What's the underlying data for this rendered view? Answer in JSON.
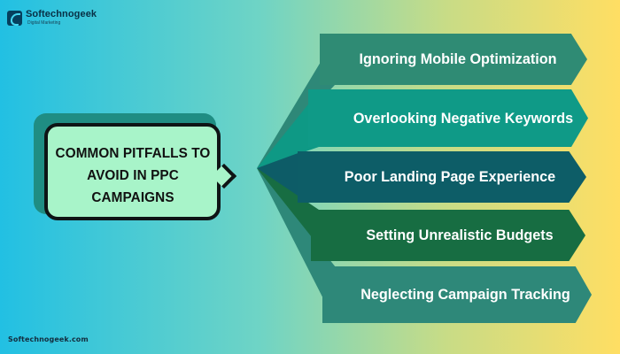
{
  "brand": {
    "name": "Softechnogeek",
    "subtitle": "Digital Marketing",
    "footer": "Softechnogeek.com"
  },
  "diagram": {
    "center_title": "COMMON PITFALLS TO AVOID IN PPC CAMPAIGNS",
    "items": [
      {
        "label": "Ignoring Mobile Optimization",
        "color": "#2f8b74"
      },
      {
        "label": "Overlooking Negative Keywords",
        "color": "#0f9a87"
      },
      {
        "label": "Poor Landing Page Experience",
        "color": "#0d5d67"
      },
      {
        "label": "Setting Unrealistic Budgets",
        "color": "#176d42"
      },
      {
        "label": "Neglecting Campaign Tracking",
        "color": "#2e8879"
      }
    ]
  },
  "colors": {
    "callout_fill": "#a8f4c9",
    "callout_border": "#0e1415",
    "callout_shadow": "#1f8d83"
  }
}
